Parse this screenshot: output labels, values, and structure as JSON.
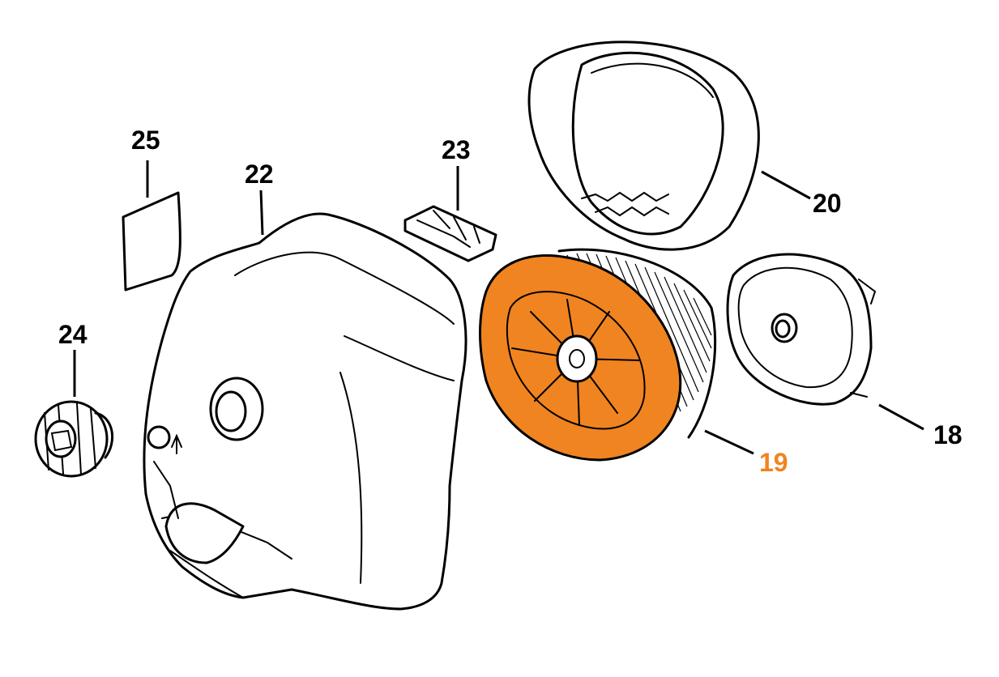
{
  "parts": [
    {
      "key": "p25",
      "number": "25",
      "highlighted": false
    },
    {
      "key": "p22",
      "number": "22",
      "highlighted": false
    },
    {
      "key": "p23",
      "number": "23",
      "highlighted": false
    },
    {
      "key": "p20",
      "number": "20",
      "highlighted": false
    },
    {
      "key": "p24",
      "number": "24",
      "highlighted": false
    },
    {
      "key": "p18",
      "number": "18",
      "highlighted": false
    },
    {
      "key": "p19",
      "number": "19",
      "highlighted": true
    }
  ],
  "colors": {
    "line": "#000000",
    "highlight": "#f08420",
    "highlight_label": "#f08420",
    "label": "#000000",
    "background": "#ffffff"
  }
}
